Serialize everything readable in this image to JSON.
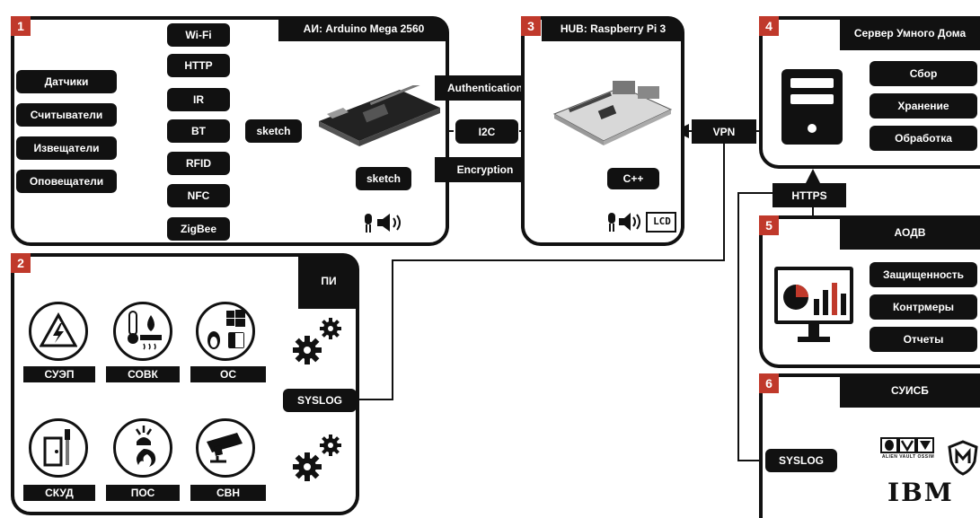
{
  "panel1": {
    "number": "1",
    "title": "АИ: Arduino Mega 2560",
    "left_items": [
      "Датчики",
      "Считыватели",
      "Извещатели",
      "Оповещатели"
    ],
    "protocols": [
      "Wi-Fi",
      "HTTP",
      "IR",
      "BT",
      "RFID",
      "NFC",
      "ZigBee"
    ],
    "sketch_main": "sketch",
    "sketch_sub": "sketch"
  },
  "middle": {
    "auth": "Authentication",
    "i2c": "I2C",
    "encryption": "Encryption"
  },
  "panel3": {
    "number": "3",
    "title": "HUB: Raspberry Pi 3",
    "cpp": "C++",
    "lcd": "LCD"
  },
  "vpn": "VPN",
  "https": "HTTPS",
  "panel4": {
    "number": "4",
    "title": "Сервер Умного Дома",
    "items": [
      "Сбор",
      "Хранение",
      "Обработка"
    ]
  },
  "panel2": {
    "number": "2",
    "title": "ПИ",
    "top_labels": [
      "СУЭП",
      "СОВК",
      "ОС"
    ],
    "bottom_labels": [
      "СКУД",
      "ПОС",
      "СВН"
    ],
    "syslog": "SYSLOG"
  },
  "panel5": {
    "number": "5",
    "title": "АОДВ",
    "items": [
      "Защищенность",
      "Контрмеры",
      "Отчеты"
    ]
  },
  "panel6": {
    "number": "6",
    "title": "СУИСБ",
    "syslog": "SYSLOG",
    "logo_alien": "ALIEN VAULT OSSIM",
    "logo_ibm": "IBM"
  },
  "colors": {
    "accent": "#c0392b",
    "dark": "#111111"
  }
}
